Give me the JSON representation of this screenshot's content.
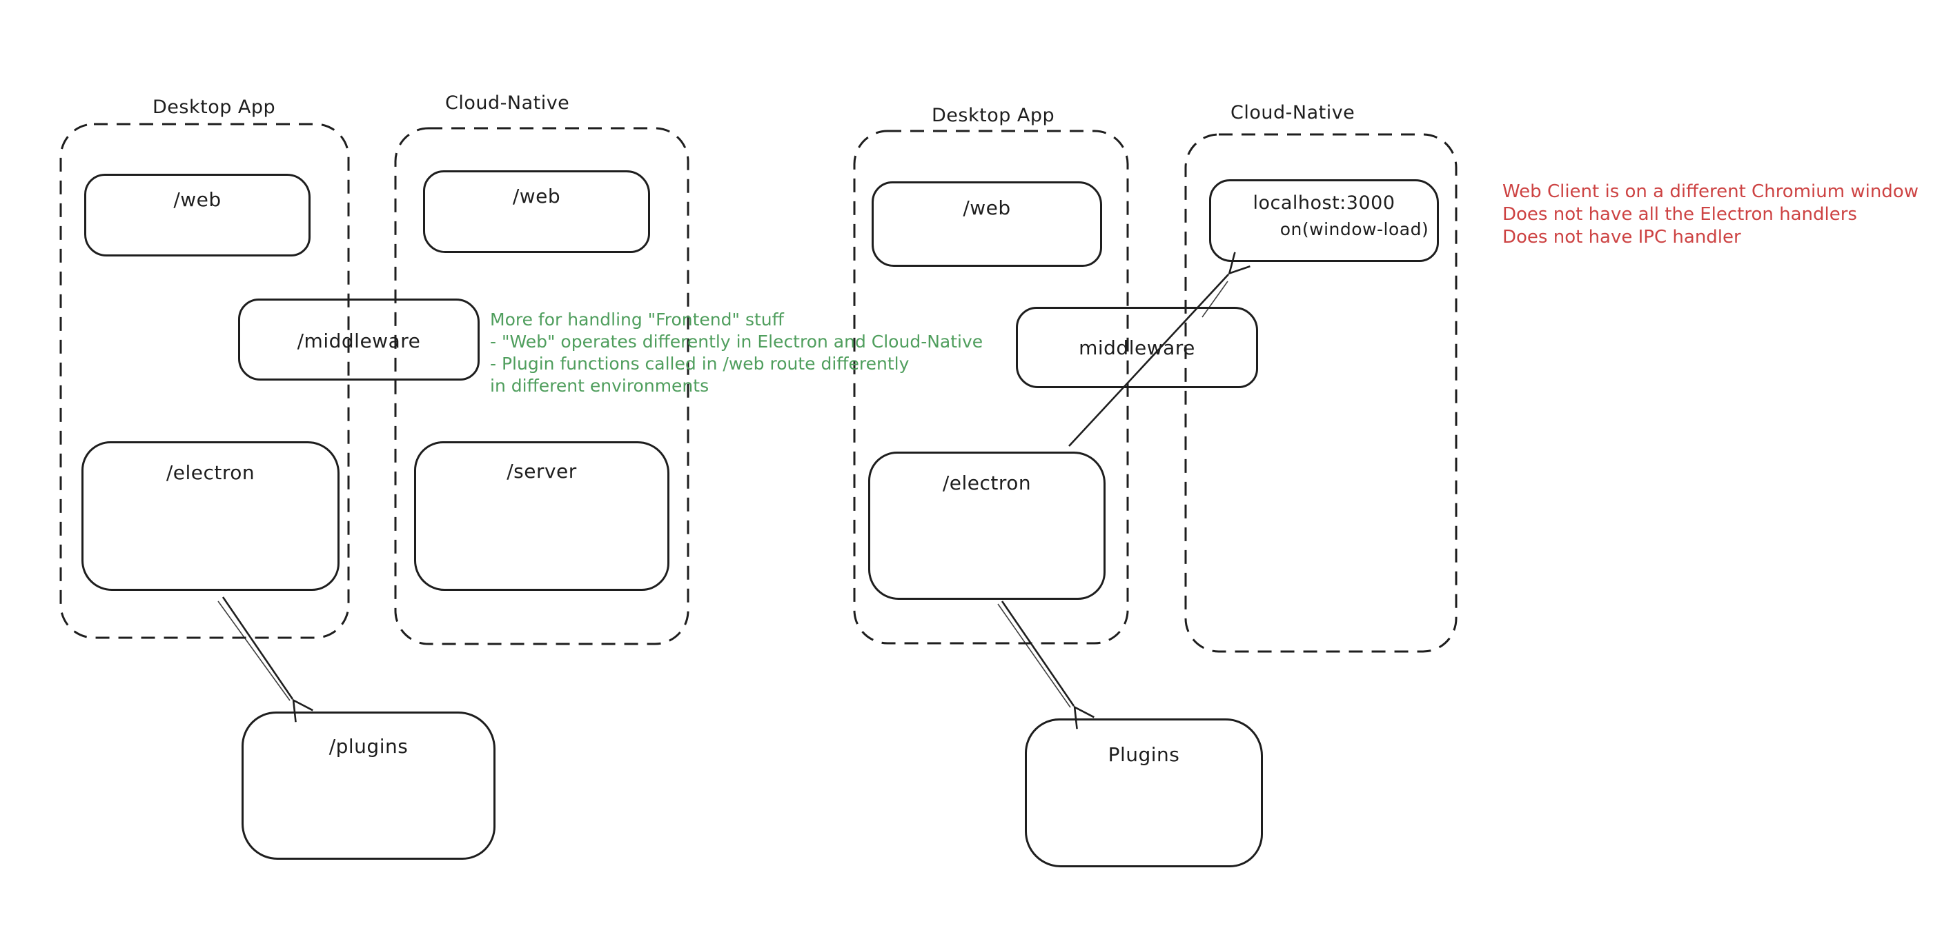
{
  "colors": {
    "stroke": "#1e1e1e",
    "green": "#4f9e5d",
    "red": "#cd4343",
    "background": "#ffffff"
  },
  "left_diagram": {
    "desktop_group": {
      "label": "Desktop App"
    },
    "cloud_group": {
      "label": "Cloud-Native"
    },
    "boxes": {
      "desktop_web": "/web",
      "cloud_web": "/web",
      "middleware": "/middleware",
      "electron": "/electron",
      "server": "/server",
      "plugins": "/plugins"
    },
    "note": {
      "color": "#4f9e5d",
      "lines": [
        "More for handling \"Frontend\" stuff",
        "- \"Web\" operates differently in Electron and Cloud-Native",
        "- Plugin functions called in /web route differently",
        "in different environments"
      ]
    }
  },
  "right_diagram": {
    "desktop_group": {
      "label": "Desktop App"
    },
    "cloud_group": {
      "label": "Cloud-Native"
    },
    "boxes": {
      "desktop_web": "/web",
      "localhost_title": "localhost:3000",
      "localhost_event": "on(window-load)",
      "middleware": "middleware",
      "electron": "/electron",
      "plugins": "Plugins"
    },
    "note": {
      "color": "#cd4343",
      "lines": [
        "Web Client is on a different Chromium window",
        "Does not have all the Electron handlers",
        "Does not have IPC handler"
      ]
    }
  }
}
